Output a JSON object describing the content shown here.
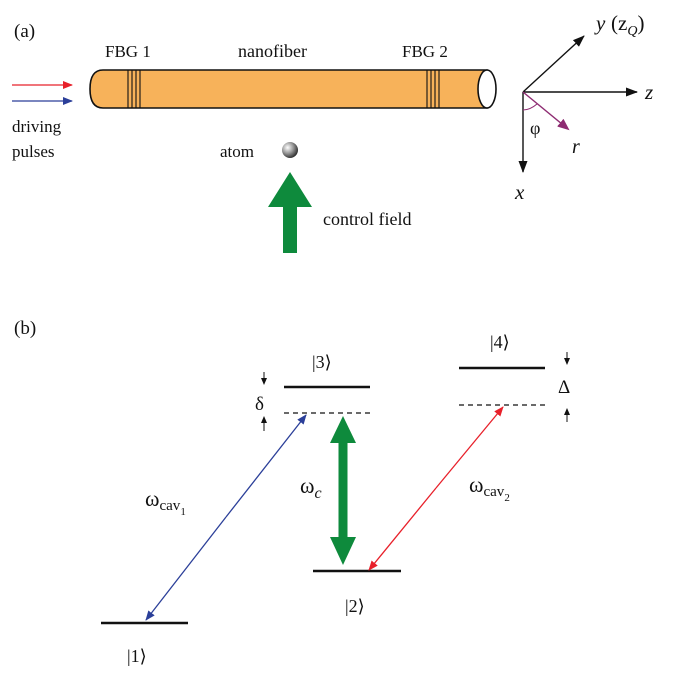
{
  "panel_a": {
    "label": "(a)",
    "fbg1": "FBG 1",
    "fiber": "nanofiber",
    "fbg2": "FBG 2",
    "driving_line1": "driving",
    "driving_line2": "pulses",
    "atom": "atom",
    "control": "control field",
    "axes": {
      "y": "y",
      "zq_open": "(z",
      "zq_sub": "Q",
      "zq_close": ")",
      "z": "z",
      "x": "x",
      "phi": "φ",
      "r": "r"
    }
  },
  "panel_b": {
    "label": "(b)",
    "level1": "|1⟩",
    "level2": "|2⟩",
    "level3": "|3⟩",
    "level4": "|4⟩",
    "delta_small": "δ",
    "delta_big": "Δ",
    "omega_cav1": "ω",
    "omega_cav1_sub": "cav",
    "omega_cav1_subsub": "1",
    "omega_c": "ω",
    "omega_c_sub": "c",
    "omega_cav2": "ω",
    "omega_cav2_sub": "cav",
    "omega_cav2_subsub": "2"
  },
  "colors": {
    "fiber": "#F7B25A",
    "red": "#E8202A",
    "blue": "#2B3F99",
    "green": "#0E8A3C",
    "purple": "#8E2C72"
  }
}
